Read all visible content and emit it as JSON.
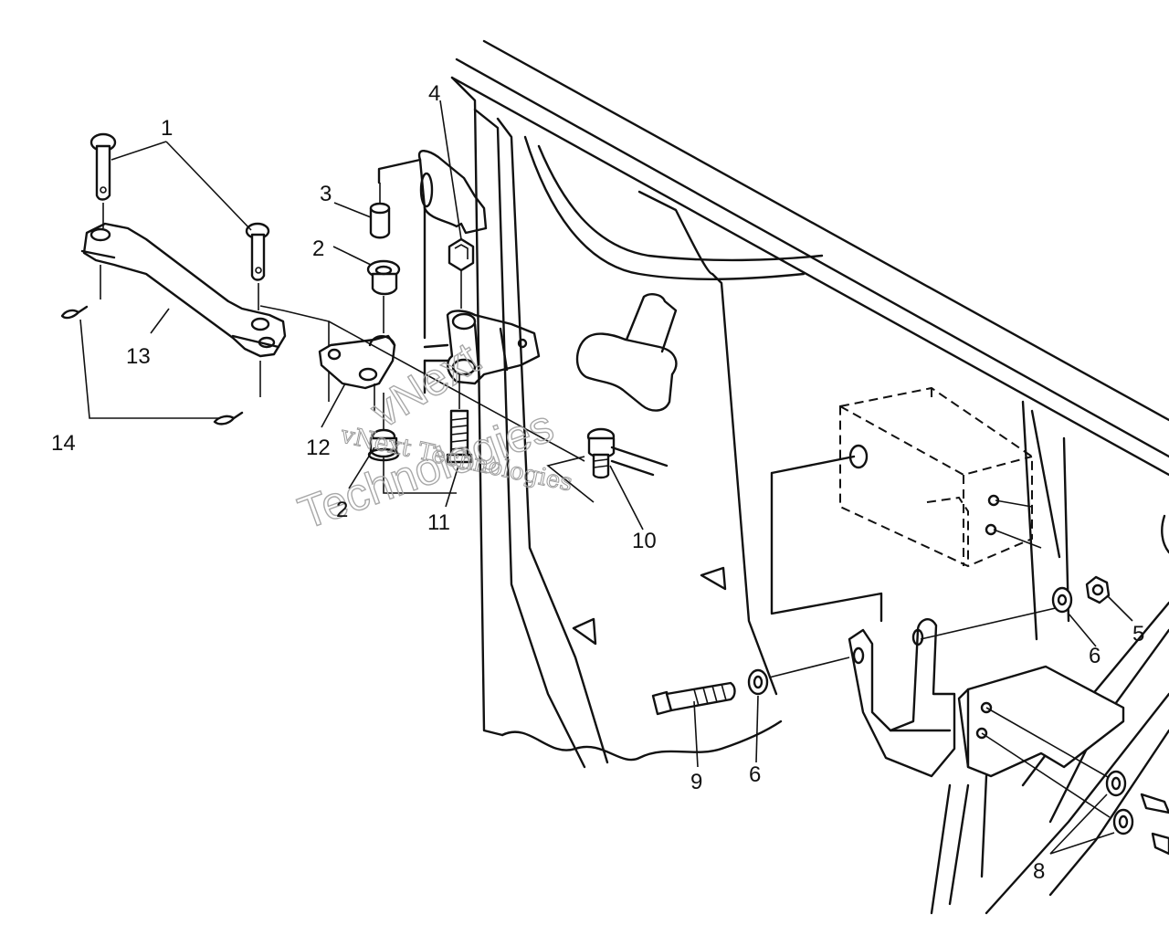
{
  "callouts": {
    "c1": "1",
    "c2a": "2",
    "c2b": "2",
    "c3": "3",
    "c4": "4",
    "c5": "5",
    "c6a": "6",
    "c6b": "6",
    "c8": "8",
    "c9": "9",
    "c10": "10",
    "c11": "11",
    "c12": "12",
    "c13": "13",
    "c14": "14"
  },
  "watermark": {
    "line1": "vNext Technologies",
    "line2": "vNext",
    "line3": "Technologies"
  },
  "colors": {
    "ink": "#111111",
    "paper": "#ffffff",
    "watermark": "#a8a8a8"
  }
}
